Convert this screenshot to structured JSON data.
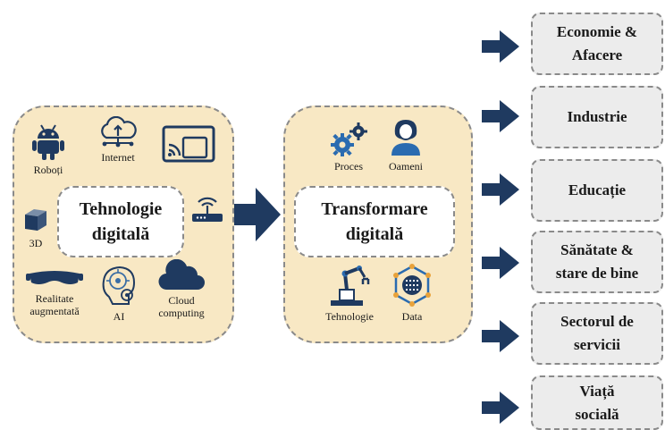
{
  "left_panel": {
    "title_line1": "Tehnologie",
    "title_line2": "digitală",
    "items": {
      "robots": "Roboți",
      "internet": "Internet",
      "d3": "3D",
      "ar_line1": "Realitate",
      "ar_line2": "augmentată",
      "ai": "AI",
      "cloud_line1": "Cloud",
      "cloud_line2": "computing"
    }
  },
  "middle_panel": {
    "title_line1": "Transformare",
    "title_line2": "digitală",
    "items": {
      "proces": "Proces",
      "oameni": "Oameni",
      "tehnologie": "Tehnologie",
      "data": "Data"
    }
  },
  "sectors": [
    {
      "line1": "Economie &",
      "line2": "Afacere"
    },
    {
      "line1": "Industrie",
      "line2": ""
    },
    {
      "line1": "Educație",
      "line2": ""
    },
    {
      "line1": "Sănătate &",
      "line2": "stare de bine"
    },
    {
      "line1": "Sectorul de",
      "line2": "servicii"
    },
    {
      "line1": "Viață",
      "line2": "socială"
    }
  ],
  "colors": {
    "panel_fill": "#f8e8c4",
    "arrow": "#1f3a60",
    "icon": "#1f3a60",
    "sector_fill": "#ececec"
  },
  "icons": [
    "android-robot-icon",
    "cloud-upload-icon",
    "screencast-icon",
    "cube-icon",
    "wifi-router-icon",
    "vr-headset-icon",
    "ai-head-icon",
    "cloud-icon",
    "gears-icon",
    "person-icon",
    "robot-arm-icon",
    "data-network-icon"
  ]
}
